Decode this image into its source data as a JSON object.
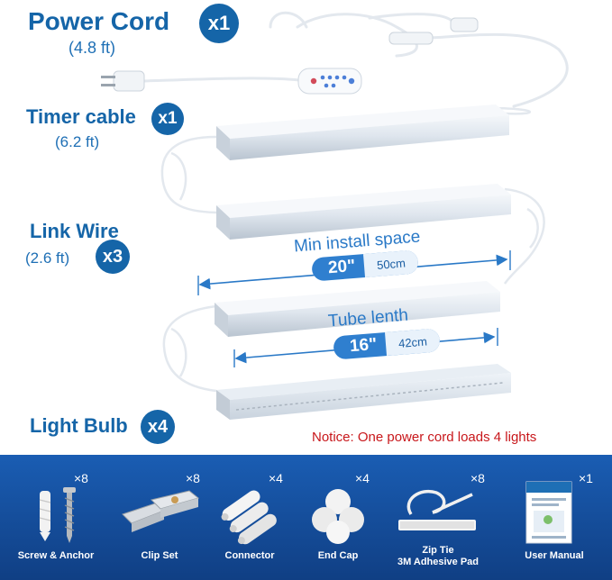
{
  "power_cord": {
    "title": "Power Cord",
    "qty": "x1",
    "length": "(4.8 ft)"
  },
  "timer_cable": {
    "title": "Timer cable",
    "qty": "x1",
    "length": "(6.2 ft)"
  },
  "link_wire": {
    "title": "Link Wire",
    "qty": "x3",
    "length": "(2.6 ft)"
  },
  "light_bulb": {
    "title": "Light Bulb",
    "qty": "x4"
  },
  "install_space": {
    "title": "Min install space",
    "inches": "20\"",
    "cm": "50cm"
  },
  "tube_length": {
    "title": "Tube lenth",
    "inches": "16\"",
    "cm": "42cm"
  },
  "notice": "Notice: One power cord loads 4 lights",
  "accessories": [
    {
      "label": "Screw & Anchor",
      "count": "×8"
    },
    {
      "label": "Clip Set",
      "count": "×8"
    },
    {
      "label": "Connector",
      "count": "×4"
    },
    {
      "label": "End Cap",
      "count": "×4"
    },
    {
      "label": "Zip Tie\n3M Adhesive Pad",
      "count": "×8"
    },
    {
      "label": "User Manual",
      "count": "×1"
    }
  ],
  "colors": {
    "brand_blue": "#1565a8",
    "notice_red": "#c8171b",
    "panel_blue": "#1a5db3"
  }
}
